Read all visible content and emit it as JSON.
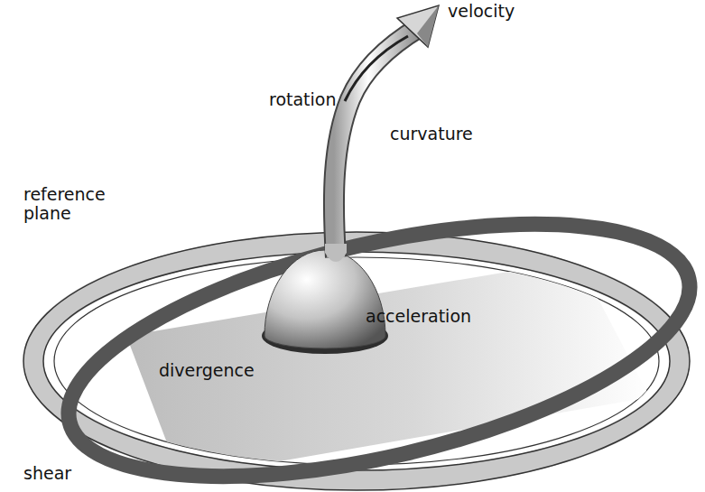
{
  "diagram": {
    "labels": [
      "velocity",
      "rotation",
      "curvature",
      "reference plane",
      "acceleration",
      "divergence",
      "shear"
    ]
  }
}
